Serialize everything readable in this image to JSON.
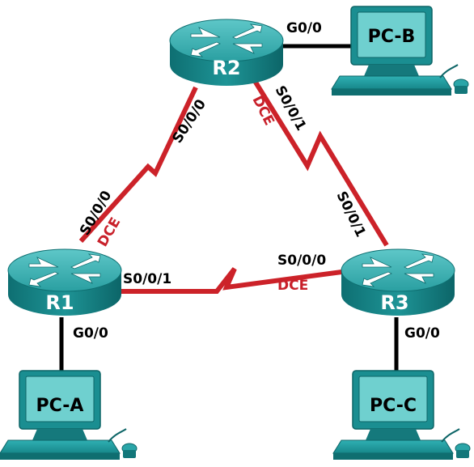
{
  "devices": {
    "r1": "R1",
    "r2": "R2",
    "r3": "R3",
    "pca": "PC-A",
    "pcb": "PC-B",
    "pcc": "PC-C"
  },
  "interfaces": {
    "r2_g00": "G0/0",
    "r2_s000": "S0/0/0",
    "r2_s001": "S0/0/1",
    "r1_s000": "S0/0/0",
    "r1_s001": "S0/0/1",
    "r1_g00": "G0/0",
    "r3_s000": "S0/0/0",
    "r3_s001": "S0/0/1",
    "r3_g00": "G0/0"
  },
  "dce": {
    "r2_link": "DCE",
    "r1_link": "DCE",
    "r3_link": "DCE"
  },
  "colors": {
    "serial_link": "#cc2229",
    "ethernet_link": "#000000",
    "router_body": "#1b8a8c",
    "pc_body": "#1f9a9e",
    "dce_text": "#c8202a"
  }
}
